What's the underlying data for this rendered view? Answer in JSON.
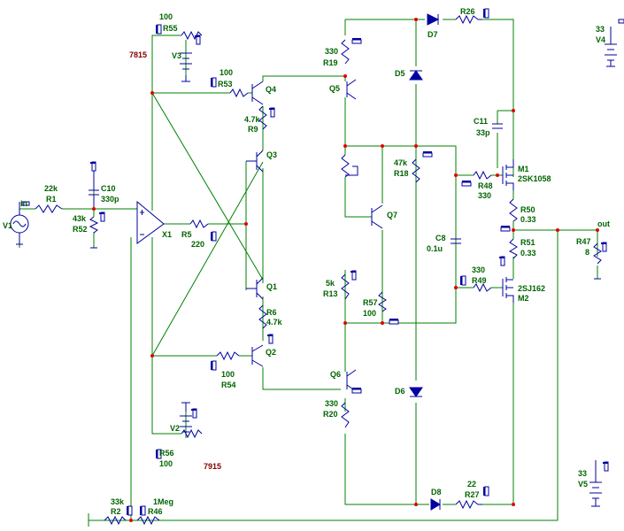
{
  "labels": {
    "r55_val": "100",
    "r55": "R55",
    "v3": "V3",
    "reg_top": "7815",
    "r53_val": "100",
    "r53": "R53",
    "q4": "Q4",
    "r9_val": "4.7k",
    "r9": "R9",
    "q3": "Q3",
    "r19_val": "330",
    "r19": "R19",
    "q5": "Q5",
    "d5": "D5",
    "r26": "R26",
    "d7": "D7",
    "v4_val": "33",
    "v4": "V4",
    "c11": "C11",
    "c11_val": "33p",
    "r18_val": "47k",
    "r18": "R18",
    "m1": "M1",
    "m1_part": "2SK1058",
    "r48": "R48",
    "r48_val": "330",
    "r50": "R50",
    "r50_val": "0.33",
    "r51": "R51",
    "r51_val": "0.33",
    "out": "out",
    "r47": "R47",
    "r47_val": "8",
    "in": "in",
    "r1_val": "22k",
    "r1": "R1",
    "c10": "C10",
    "c10_val": "330p",
    "r52_val": "43k",
    "r52": "R52",
    "v1": "V1",
    "x1": "X1",
    "r5": "R5",
    "r5_val": "220",
    "q7": "Q7",
    "c8": "C8",
    "c8_val": "0.1u",
    "q1": "Q1",
    "r6": "R6",
    "r6_val": "4.7k",
    "r13_val": "5k",
    "r13": "R13",
    "r57": "R57",
    "r57_val": "100",
    "r49_val": "330",
    "r49": "R49",
    "m2_part": "2SJ162",
    "m2": "M2",
    "q2": "Q2",
    "r54_val": "100",
    "r54": "R54",
    "q6": "Q6",
    "d6": "D6",
    "r20_val": "330",
    "r20": "R20",
    "v2": "V2",
    "r56": "R56",
    "r56_val": "100",
    "reg_bot": "7915",
    "v5_val": "33",
    "v5": "V5",
    "d8": "D8",
    "r27_val": "22",
    "r27": "R27",
    "r2_val": "33k",
    "r2": "R2",
    "r46_val": "1Meg",
    "r46": "R46"
  }
}
